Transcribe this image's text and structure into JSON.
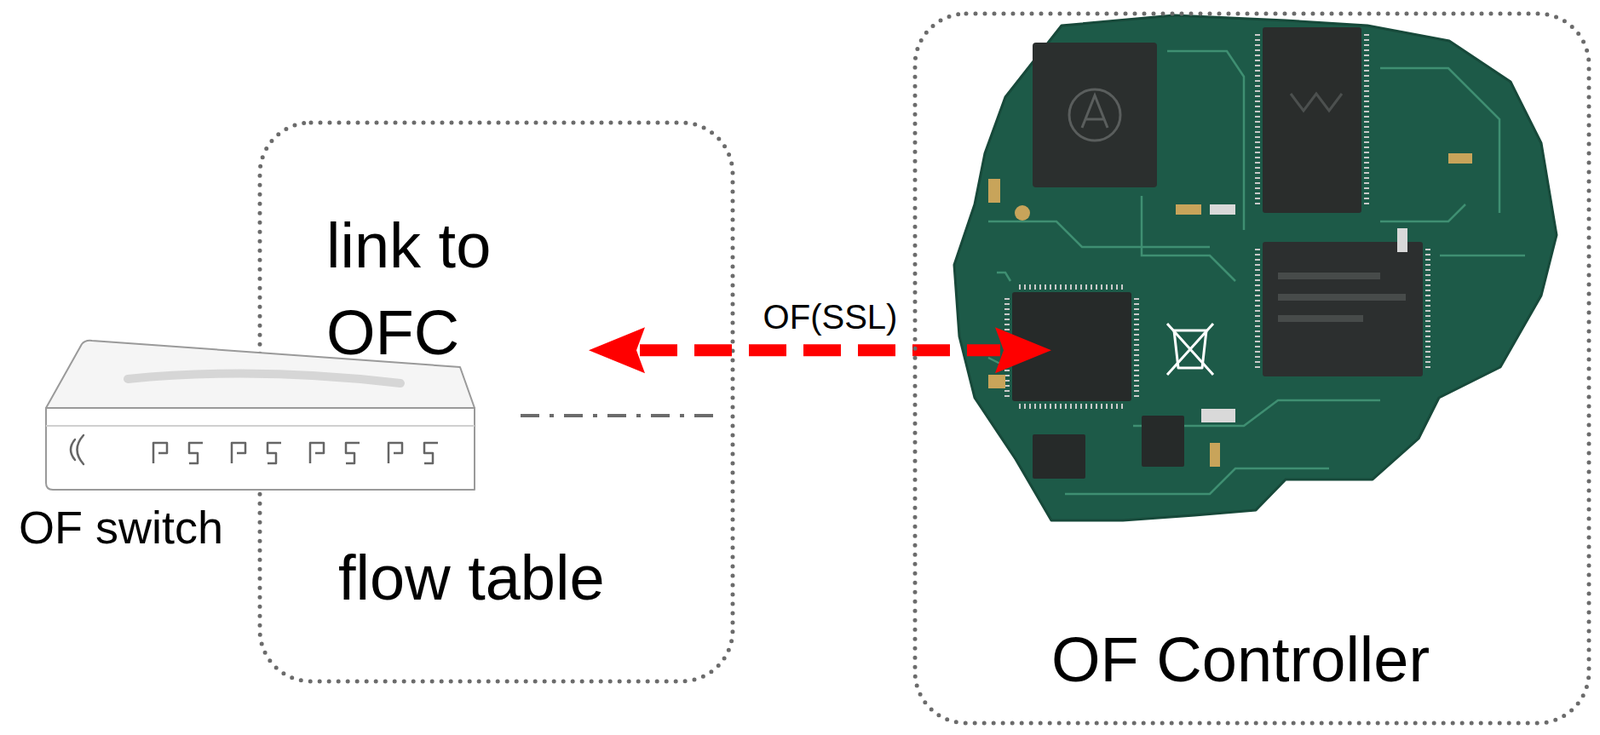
{
  "diagram": {
    "nodes": [
      {
        "text": [
          "link to OFC"
        ]
      },
      {
        "text": [
          "flow table"
        ]
      },
      {
        "text": [
          "OF Controller"
        ]
      }
    ],
    "edges": [
      {
        "from": 0,
        "to": 2,
        "arrow": "both",
        "label": "OF(SSL)"
      }
    ],
    "labels": [
      "OF switch"
    ]
  }
}
